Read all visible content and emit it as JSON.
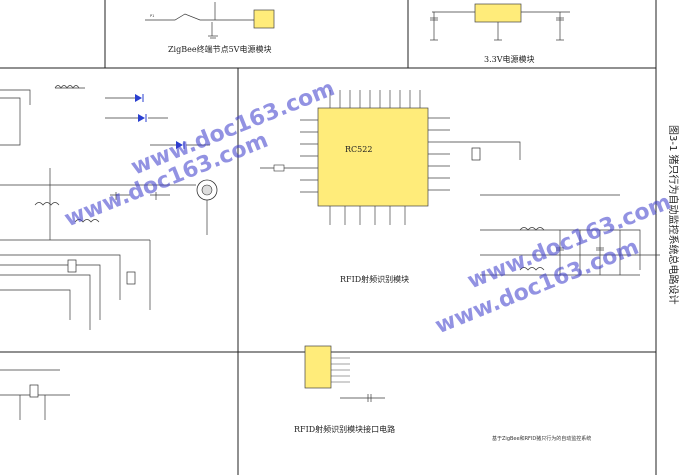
{
  "modules": {
    "zigbee_power": "ZigBee终端节点5V电源模块",
    "power_3v3": "3.3V电源模块",
    "rfid": "RFID射频识别模块",
    "rfid_interface": "RFID射频识别模块接口电路"
  },
  "figure_caption": "图3-1 猪只行为自动监控系统总电路设计",
  "footer_note": "基于ZigBee和RFID猪只行为的自动监控系统",
  "watermarks": [
    "www.doc163.com",
    "www.doc163.com",
    "www.doc163.com",
    "www.doc163.com"
  ],
  "chip_label": "RC522",
  "colors": {
    "chip": "#ffec7a",
    "diode": "#2a3fd0",
    "watermark": "#3a3acc"
  }
}
